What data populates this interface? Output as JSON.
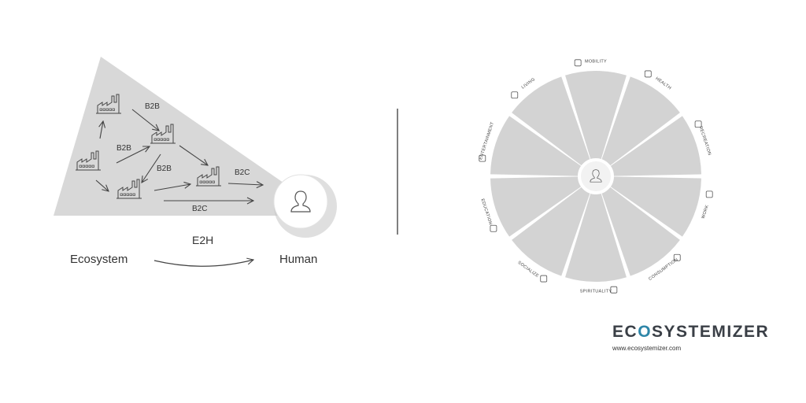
{
  "left_diagram": {
    "flow_labels": [
      "B2B",
      "B2B",
      "B2B",
      "B2C",
      "B2C"
    ],
    "e2h_label": "E2H",
    "ecosystem_label": "Ecosystem",
    "human_label": "Human",
    "colors": {
      "fan": "#d8d8d8",
      "stroke": "#444444"
    }
  },
  "wheel": {
    "segments": [
      {
        "label": "MOBILITY",
        "icon": "bus-icon"
      },
      {
        "label": "HEALTH",
        "icon": "heart-hand-icon"
      },
      {
        "label": "RECREATION",
        "icon": "tent-icon"
      },
      {
        "label": "WORK",
        "icon": "briefcase-icon"
      },
      {
        "label": "CONSUMPTION",
        "icon": "cart-icon"
      },
      {
        "label": "SPIRITUALITY",
        "icon": "lotus-icon"
      },
      {
        "label": "SOCIALIZE",
        "icon": "people-icon"
      },
      {
        "label": "EDUCATION",
        "icon": "book-icon"
      },
      {
        "label": "ENTERTAINMENT",
        "icon": "masks-icon"
      },
      {
        "label": "LIVING",
        "icon": "house-icon"
      }
    ],
    "colors": {
      "segment": "#d3d3d3",
      "center": "#f2f2f2"
    }
  },
  "logo": {
    "brand_pre": "EC",
    "brand_o": "O",
    "brand_post": "SYSTEMIZER",
    "url": "www.ecosystemizer.com",
    "accent": "#2e86a8"
  }
}
